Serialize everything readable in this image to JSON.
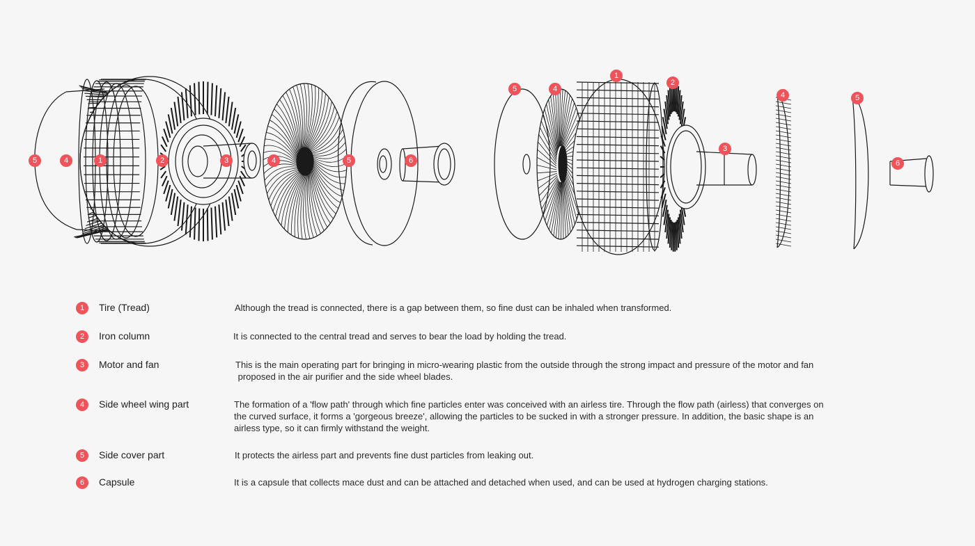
{
  "accent_color": "#f0545b",
  "diagram": {
    "left_assembly_callouts": [
      "5",
      "4",
      "1",
      "2",
      "3",
      "4",
      "5",
      "6"
    ],
    "right_assembly_callouts": [
      "5",
      "4",
      "1",
      "2",
      "3",
      "4",
      "5",
      "6"
    ]
  },
  "legend": [
    {
      "number": "1",
      "title": "Tire (Tread)",
      "lines": [
        "Although the tread is connected, there is a gap between them, so fine dust can be inhaled when transformed."
      ]
    },
    {
      "number": "2",
      "title": "Iron column",
      "lines": [
        "It is connected to the central tread and serves to bear the load by holding the tread."
      ]
    },
    {
      "number": "3",
      "title": "Motor and fan",
      "lines": [
        "This is the main operating part for bringing in micro-wearing plastic from the outside through the strong impact and pressure of the motor and fan",
        " proposed in the air purifier and the side wheel blades."
      ]
    },
    {
      "number": "4",
      "title": "Side wheel wing part",
      "lines": [
        "The formation of a 'flow path' through which fine particles enter was conceived with an airless tire. Through the flow path (airless) that converges on",
        "the curved surface, it forms a 'gorgeous breeze', allowing the particles to be sucked in with a stronger pressure. In addition, the basic shape is an",
        "airless type, so it can firmly withstand the weight."
      ]
    },
    {
      "number": "5",
      "title": "Side cover part",
      "lines": [
        "It protects the airless part and prevents fine dust particles from leaking out."
      ]
    },
    {
      "number": "6",
      "title": "Capsule",
      "lines": [
        "It is a capsule that collects mace dust and can be attached and detached when used, and can be used at hydrogen charging stations."
      ]
    }
  ]
}
